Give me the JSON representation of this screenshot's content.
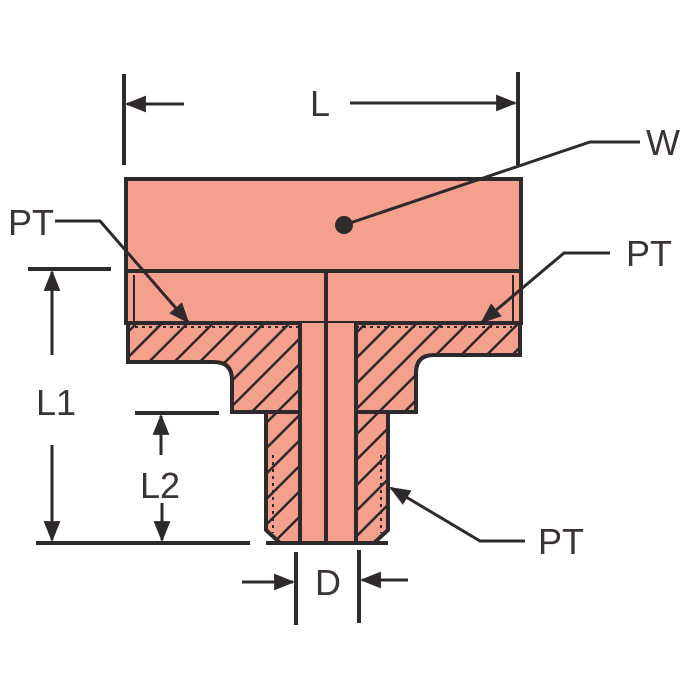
{
  "diagram": {
    "subject": "Male branch tee pipe fitting (section view)",
    "colors": {
      "body_fill": "#f4a08c",
      "line": "#2e2a2c",
      "text": "#3a3438",
      "background": "#ffffff"
    },
    "labels": {
      "length": "L",
      "weight_point": "W",
      "thread_left": "PT",
      "thread_right": "PT",
      "thread_bottom": "PT",
      "height_l1": "L1",
      "height_l2": "L2",
      "diameter": "D"
    }
  }
}
